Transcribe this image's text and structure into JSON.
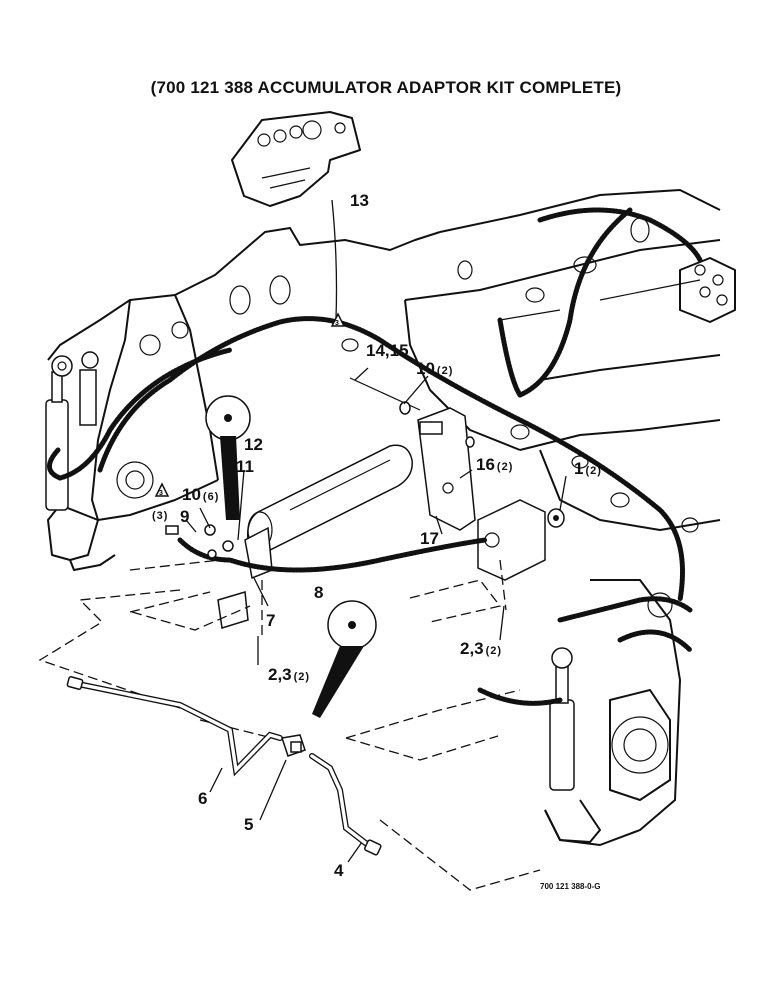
{
  "title": "(700 121 388 ACCUMULATOR ADAPTOR KIT COMPLETE)",
  "figure_ref": "700 121 388-0-G",
  "callouts": [
    {
      "id": "13",
      "label": "13",
      "qty": ""
    },
    {
      "id": "14-15",
      "label": "14,15",
      "qty": ""
    },
    {
      "id": "10-top",
      "label": "10",
      "qty": "(2)"
    },
    {
      "id": "12",
      "label": "12",
      "qty": ""
    },
    {
      "id": "16",
      "label": "16",
      "qty": "(2)"
    },
    {
      "id": "1",
      "label": "1",
      "qty": "(2)"
    },
    {
      "id": "11",
      "label": "11",
      "qty": ""
    },
    {
      "id": "10-left",
      "label": "10",
      "qty": "(6)"
    },
    {
      "id": "9",
      "label": "9",
      "qty": ""
    },
    {
      "id": "3-note",
      "label": "",
      "qty": "(3)"
    },
    {
      "id": "17",
      "label": "17",
      "qty": ""
    },
    {
      "id": "8",
      "label": "8",
      "qty": ""
    },
    {
      "id": "7",
      "label": "7",
      "qty": ""
    },
    {
      "id": "2-3-left",
      "label": "2,3",
      "qty": "(2)"
    },
    {
      "id": "2-3-right",
      "label": "2,3",
      "qty": "(2)"
    },
    {
      "id": "6",
      "label": "6",
      "qty": ""
    },
    {
      "id": "5",
      "label": "5",
      "qty": ""
    },
    {
      "id": "4",
      "label": "4",
      "qty": ""
    }
  ],
  "notes": {
    "triangle_mark": "3"
  }
}
